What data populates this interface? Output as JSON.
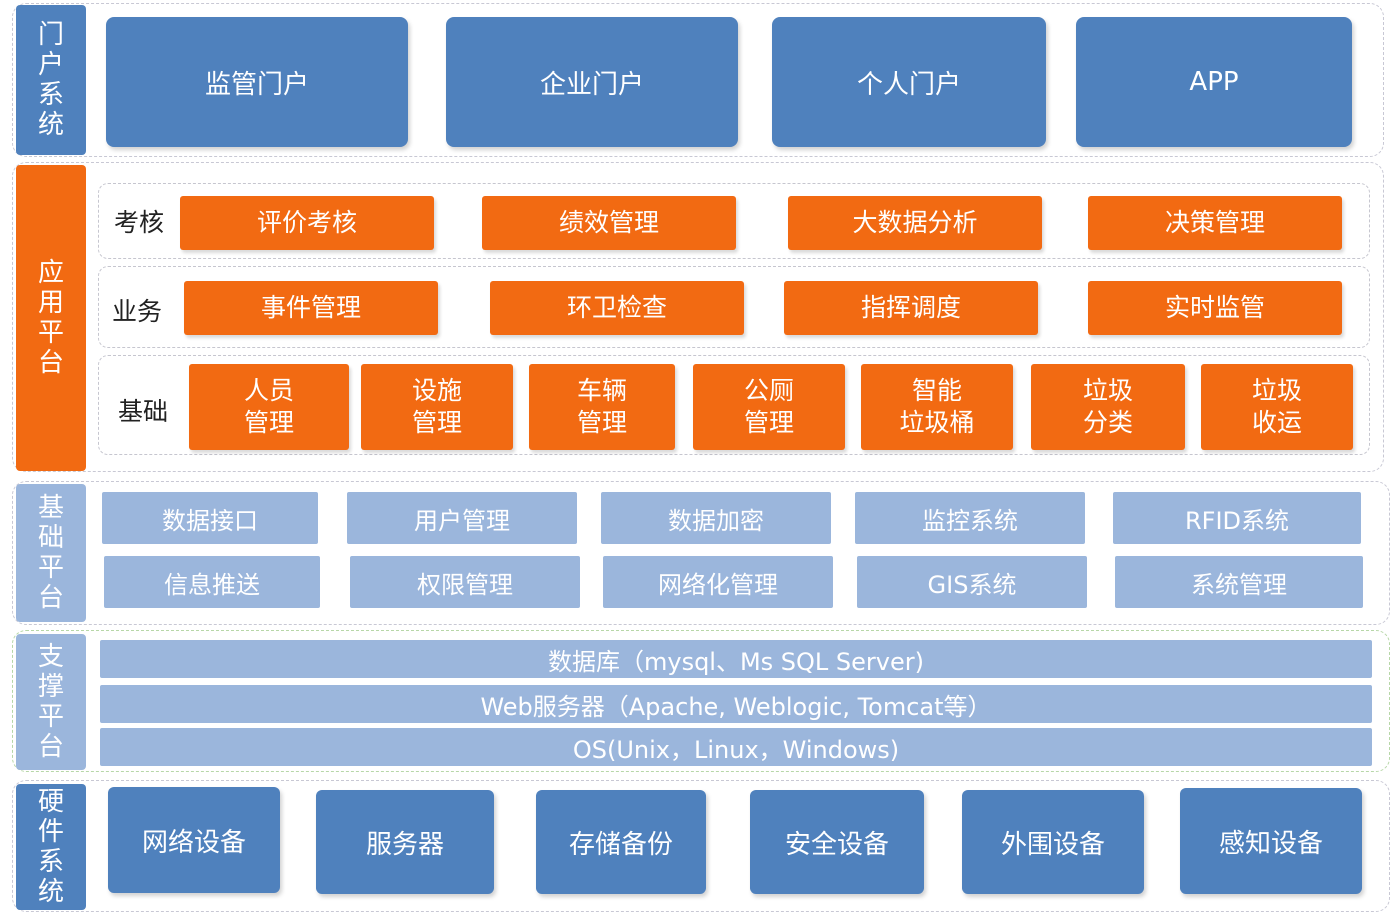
{
  "layers": {
    "portal": {
      "label": "门户系统",
      "items": [
        "监管门户",
        "企业门户",
        "个人门户",
        "APP"
      ]
    },
    "application": {
      "label": "应用平台",
      "rows": [
        {
          "label": "考核",
          "items": [
            "评价考核",
            "绩效管理",
            "大数据分析",
            "决策管理"
          ]
        },
        {
          "label": "业务",
          "items": [
            "事件管理",
            "环卫检查",
            "指挥调度",
            "实时监管"
          ]
        },
        {
          "label": "基础",
          "items": [
            "人员\n管理",
            "设施\n管理",
            "车辆\n管理",
            "公厕\n管理",
            "智能\n垃圾桶",
            "垃圾\n分类",
            "垃圾\n收运"
          ]
        }
      ]
    },
    "base_platform": {
      "label": "基础平台",
      "rows": [
        [
          "数据接口",
          "用户管理",
          "数据加密",
          "监控系统",
          "RFID系统"
        ],
        [
          "信息推送",
          "权限管理",
          "网络化管理",
          "GIS系统",
          "系统管理"
        ]
      ]
    },
    "support_platform": {
      "label": "支撑平台",
      "items": [
        "数据库（mysql、Ms SQL Server)",
        "Web服务器（Apache, Weblogic, Tomcat等）",
        "OS(Unix，Linux，Windows)"
      ]
    },
    "hardware": {
      "label": "硬件系统",
      "items": [
        "网络设备",
        "服务器",
        "存储备份",
        "安全设备",
        "外围设备",
        "感知设备"
      ]
    }
  },
  "colors": {
    "portal_blue": "#4f81bd",
    "app_orange": "#f26a12",
    "base_light_blue": "#9bb6dc"
  }
}
